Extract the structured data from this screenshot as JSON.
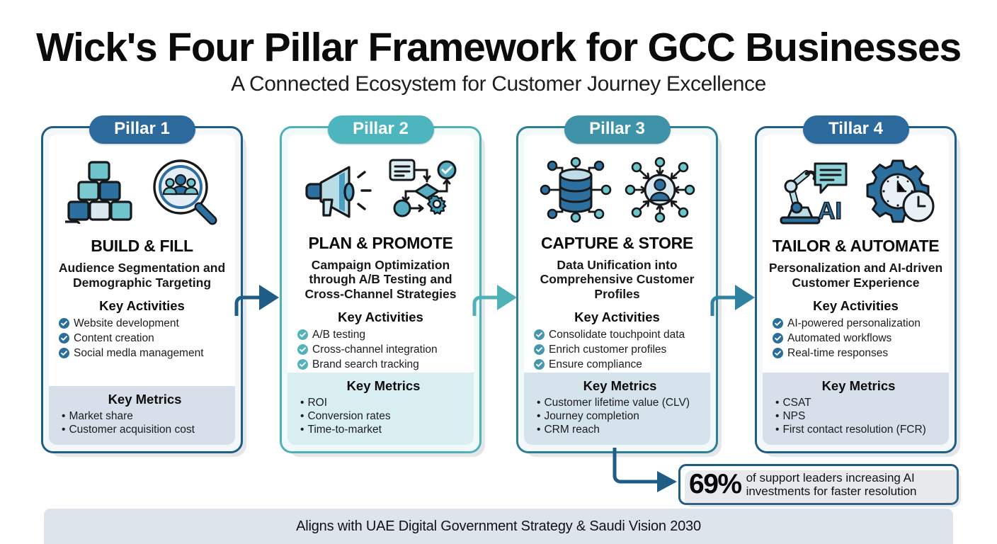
{
  "header": {
    "title": "Wick's Four Pillar Framework for GCC Businesses",
    "subtitle": "A Connected Ecosystem for Customer Journey Excellence"
  },
  "section_labels": {
    "activities": "Key Activities",
    "metrics": "Key Metrics"
  },
  "colors": {
    "pillar1": "#2c6a9e",
    "pillar2": "#4cb5bd",
    "pillar3": "#3f93a8",
    "pillar4": "#2c6a9e",
    "arrow1": "#1f5c86",
    "arrow2": "#4fb0b8",
    "arrow3": "#2f82a0",
    "metrics_band": "#d7e0ea",
    "footer_band": "#dde4ec"
  },
  "pillars": [
    {
      "badge": "Pillar 1",
      "caption": "BUILD & FILL",
      "description": "Audience Segmentation and Demographic Targeting",
      "icons": [
        "building-blocks-pyramid-icon",
        "magnifier-audience-icon"
      ],
      "activities": [
        "Website development",
        "Content creation",
        "Social medla management"
      ],
      "metrics": [
        "Market share",
        "Customer acquisition cost"
      ]
    },
    {
      "badge": "Pillar 2",
      "caption": "PLAN & PROMOTE",
      "description": "Campaign Optimization through A/B Testing and Cross-Channel Strategies",
      "icons": [
        "megaphone-icon",
        "workflow-diagram-icon"
      ],
      "activities": [
        "A/B testing",
        "Cross-channel integration",
        "Brand search tracking"
      ],
      "metrics": [
        "ROI",
        "Conversion rates",
        "Time-to-market"
      ]
    },
    {
      "badge": "Pillar 3",
      "caption": "CAPTURE & STORE",
      "description": "Data Unification into Comprehensive Customer Profiles",
      "icons": [
        "database-network-icon",
        "customer-hub-icon"
      ],
      "activities": [
        "Consolidate touchpoint data",
        "Enrich customer profiles",
        "Ensure compliance"
      ],
      "metrics": [
        "Customer lifetime value (CLV)",
        "Journey completion",
        "CRM reach"
      ]
    },
    {
      "badge": "Tillar 4",
      "caption": "TAILOR & AUTOMATE",
      "description": "Personalization and AI-driven Customer Experience",
      "icons": [
        "robot-arm-ai-icon",
        "gear-clock-icon"
      ],
      "activities": [
        "AI-powered personalization",
        "Automated workflows",
        "Real-time responses"
      ],
      "metrics": [
        "CSAT",
        "NPS",
        "First contact resolution (FCR)"
      ]
    }
  ],
  "stat_callout": {
    "value": "69%",
    "line1": "of support leaders increasing AI",
    "line2": "investments for faster resolution"
  },
  "footer": {
    "text": "Aligns with UAE Digital Government Strategy & Saudi Vision 2030"
  }
}
